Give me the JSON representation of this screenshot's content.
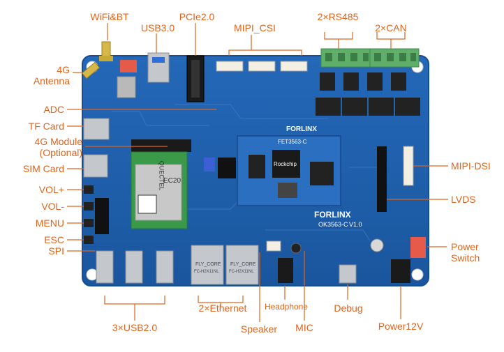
{
  "board": {
    "brand": "FORLINX",
    "model": "OK3563-C",
    "version": "V1.0",
    "som_brand": "FORLINX",
    "som_model": "FET3563-C",
    "soc_brand": "Rockchip",
    "module_brand": "QUECTEL",
    "module_model": "EC20",
    "eth_chip_label_1": "FLY_CORE",
    "eth_chip_code_1": "FC-H2X11NL",
    "eth_chip_label_2": "FLY_CORE",
    "eth_chip_code_2": "FC-H2X11NL",
    "colors": {
      "board": "#1d5fb0",
      "board_edge": "#164d96",
      "label": "#e0641c",
      "connector_green": "#5fae6a",
      "connector_black": "#2a2a2a"
    }
  },
  "labels": {
    "wifi_bt": "WiFi&BT",
    "usb30": "USB3.0",
    "pcie": "PCIe2.0",
    "mipi_csi": "MIPI_CSI",
    "rs485": "2×RS485",
    "can": "2×CAN",
    "antenna_4g_line1": "4G",
    "antenna_4g_line2": "Antenna",
    "adc": "ADC",
    "tf_card": "TF Card",
    "module_4g_line1": "4G Module",
    "module_4g_line2": "(Optional)",
    "sim_card": "SIM Card",
    "vol_up": "VOL+",
    "vol_down": "VOL-",
    "menu": "MENU",
    "esc": "ESC",
    "spi": "SPI",
    "mipi_dsi": "MIPI-DSI",
    "lvds": "LVDS",
    "power_switch_line1": "Power",
    "power_switch_line2": "Switch",
    "ethernet": "2×Ethernet",
    "headphone": "Headphone",
    "debug": "Debug",
    "usb20": "3×USB2.0",
    "speaker": "Speaker",
    "mic": "MIC",
    "power12v": "Power12V"
  }
}
